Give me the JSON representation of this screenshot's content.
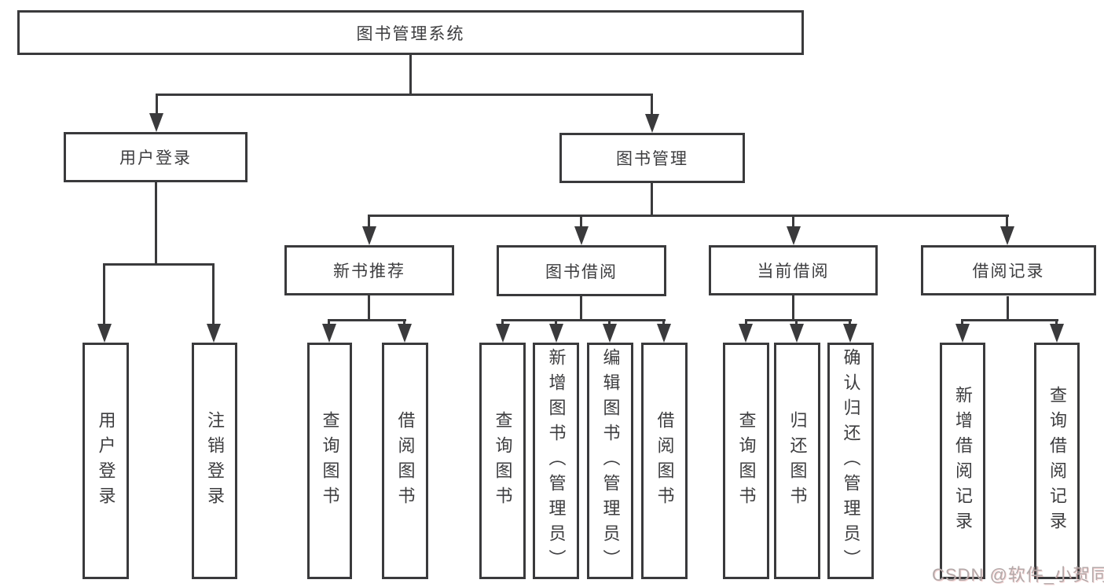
{
  "diagram_title": "图书管理系统",
  "nodes": {
    "root": {
      "label": "图书管理系统"
    },
    "user_login_group": {
      "label": "用户登录"
    },
    "book_mgmt_group": {
      "label": "图书管理"
    },
    "new_book_rec": {
      "label": "新书推荐"
    },
    "book_borrow": {
      "label": "图书借阅"
    },
    "current_borrow": {
      "label": "当前借阅"
    },
    "borrow_record": {
      "label": "借阅记录"
    },
    "leaf_user_login": {
      "label": "用户登录"
    },
    "leaf_logout": {
      "label": "注销登录"
    },
    "leaf_nbr_query": {
      "label": "查询图书"
    },
    "leaf_nbr_borrow": {
      "label": "借阅图书"
    },
    "leaf_bb_query": {
      "label": "查询图书"
    },
    "leaf_bb_add": {
      "label": "新增图书（管理员）"
    },
    "leaf_bb_edit": {
      "label": "编辑图书（管理员）"
    },
    "leaf_bb_borrow": {
      "label": "借阅图书"
    },
    "leaf_cb_query": {
      "label": "查询图书"
    },
    "leaf_cb_return": {
      "label": "归还图书"
    },
    "leaf_cb_confirm": {
      "label": "确认归还（管理员）"
    },
    "leaf_br_add": {
      "label": "新增借阅记录"
    },
    "leaf_br_query": {
      "label": "查询借阅记录"
    }
  },
  "watermark": {
    "text": "CSDN @软件_小贺同学"
  },
  "colors": {
    "line": "#3a3a3c",
    "text": "#3d3d3f",
    "box_bg": "#ffffff",
    "watermark": "#b3a9a9"
  }
}
